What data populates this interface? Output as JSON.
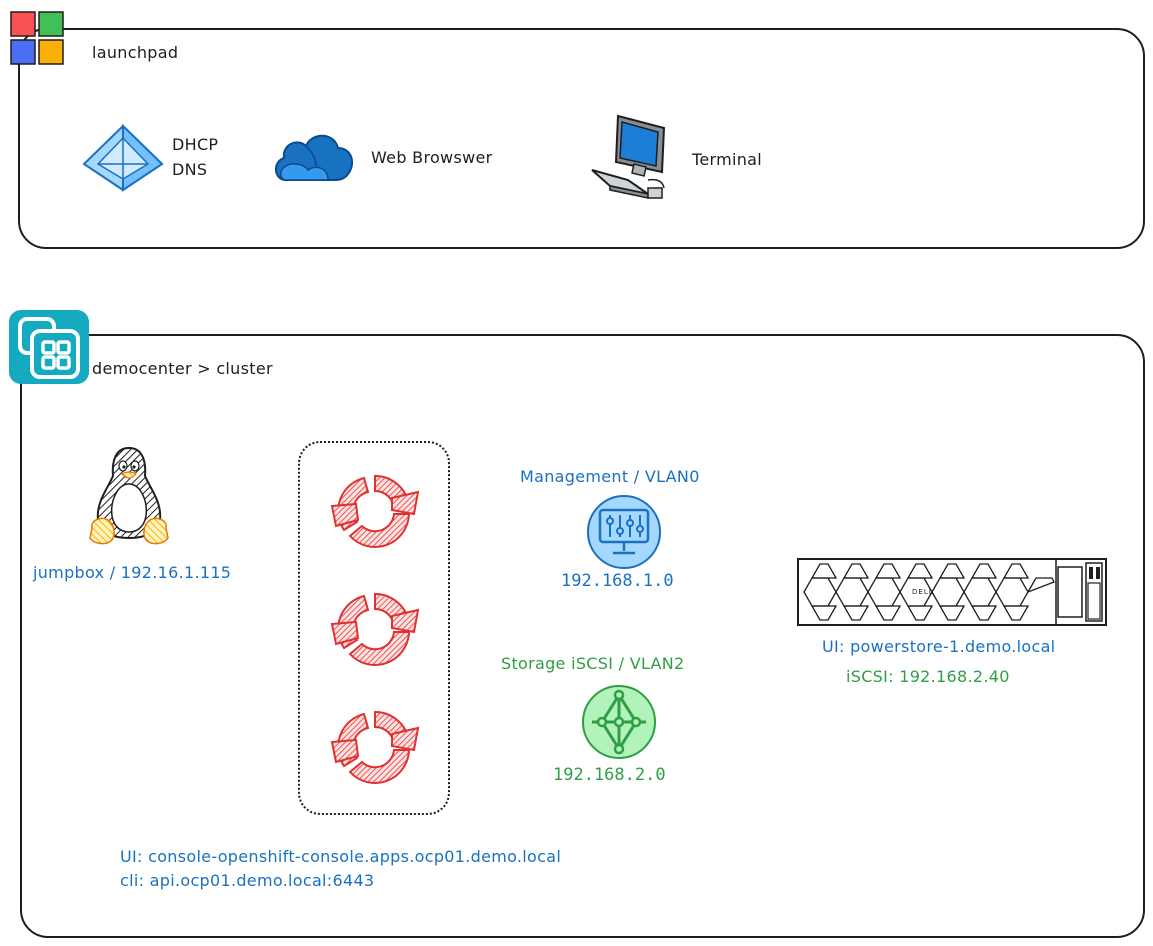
{
  "launchpad": {
    "title": "launchpad",
    "items": [
      {
        "label_line1": "DHCP",
        "label_line2": "DNS",
        "icon": "pyramid-icon"
      },
      {
        "label": "Web Browswer",
        "icon": "cloud-icon"
      },
      {
        "label": "Terminal",
        "icon": "computer-icon"
      }
    ]
  },
  "cluster": {
    "breadcrumb": "democenter > cluster",
    "jumpbox": {
      "label": "jumpbox / 192.16.1.115",
      "icon": "linux-penguin-icon"
    },
    "nodes": [
      {
        "icon": "openshift-icon"
      },
      {
        "icon": "openshift-icon"
      },
      {
        "icon": "openshift-icon"
      }
    ],
    "management": {
      "title": "Management / VLAN0",
      "subnet": "192.168.1.0",
      "icon": "control-monitor-icon"
    },
    "storage": {
      "title": "Storage iSCSI / VLAN2",
      "subnet": "192.168.2.0",
      "icon": "network-hub-icon"
    },
    "powerstore": {
      "brand": "DELL",
      "ui": "UI: powerstore-1.demo.local",
      "iscsi": "iSCSI: 192.168.2.40",
      "icon": "storage-array-icon"
    },
    "openshift": {
      "ui": "UI: console-openshift-console.apps.ocp01.demo.local",
      "cli": "cli: api.ocp01.demo.local:6443"
    }
  },
  "colors": {
    "text": "#1e1e1e",
    "blue": "#1971c2",
    "green": "#2f9e44",
    "red": "#e03131",
    "tile_red": "#fa5252",
    "tile_green": "#40c057",
    "tile_blue": "#4c6ef5",
    "tile_orange": "#fab005",
    "teal": "#1098ad"
  }
}
